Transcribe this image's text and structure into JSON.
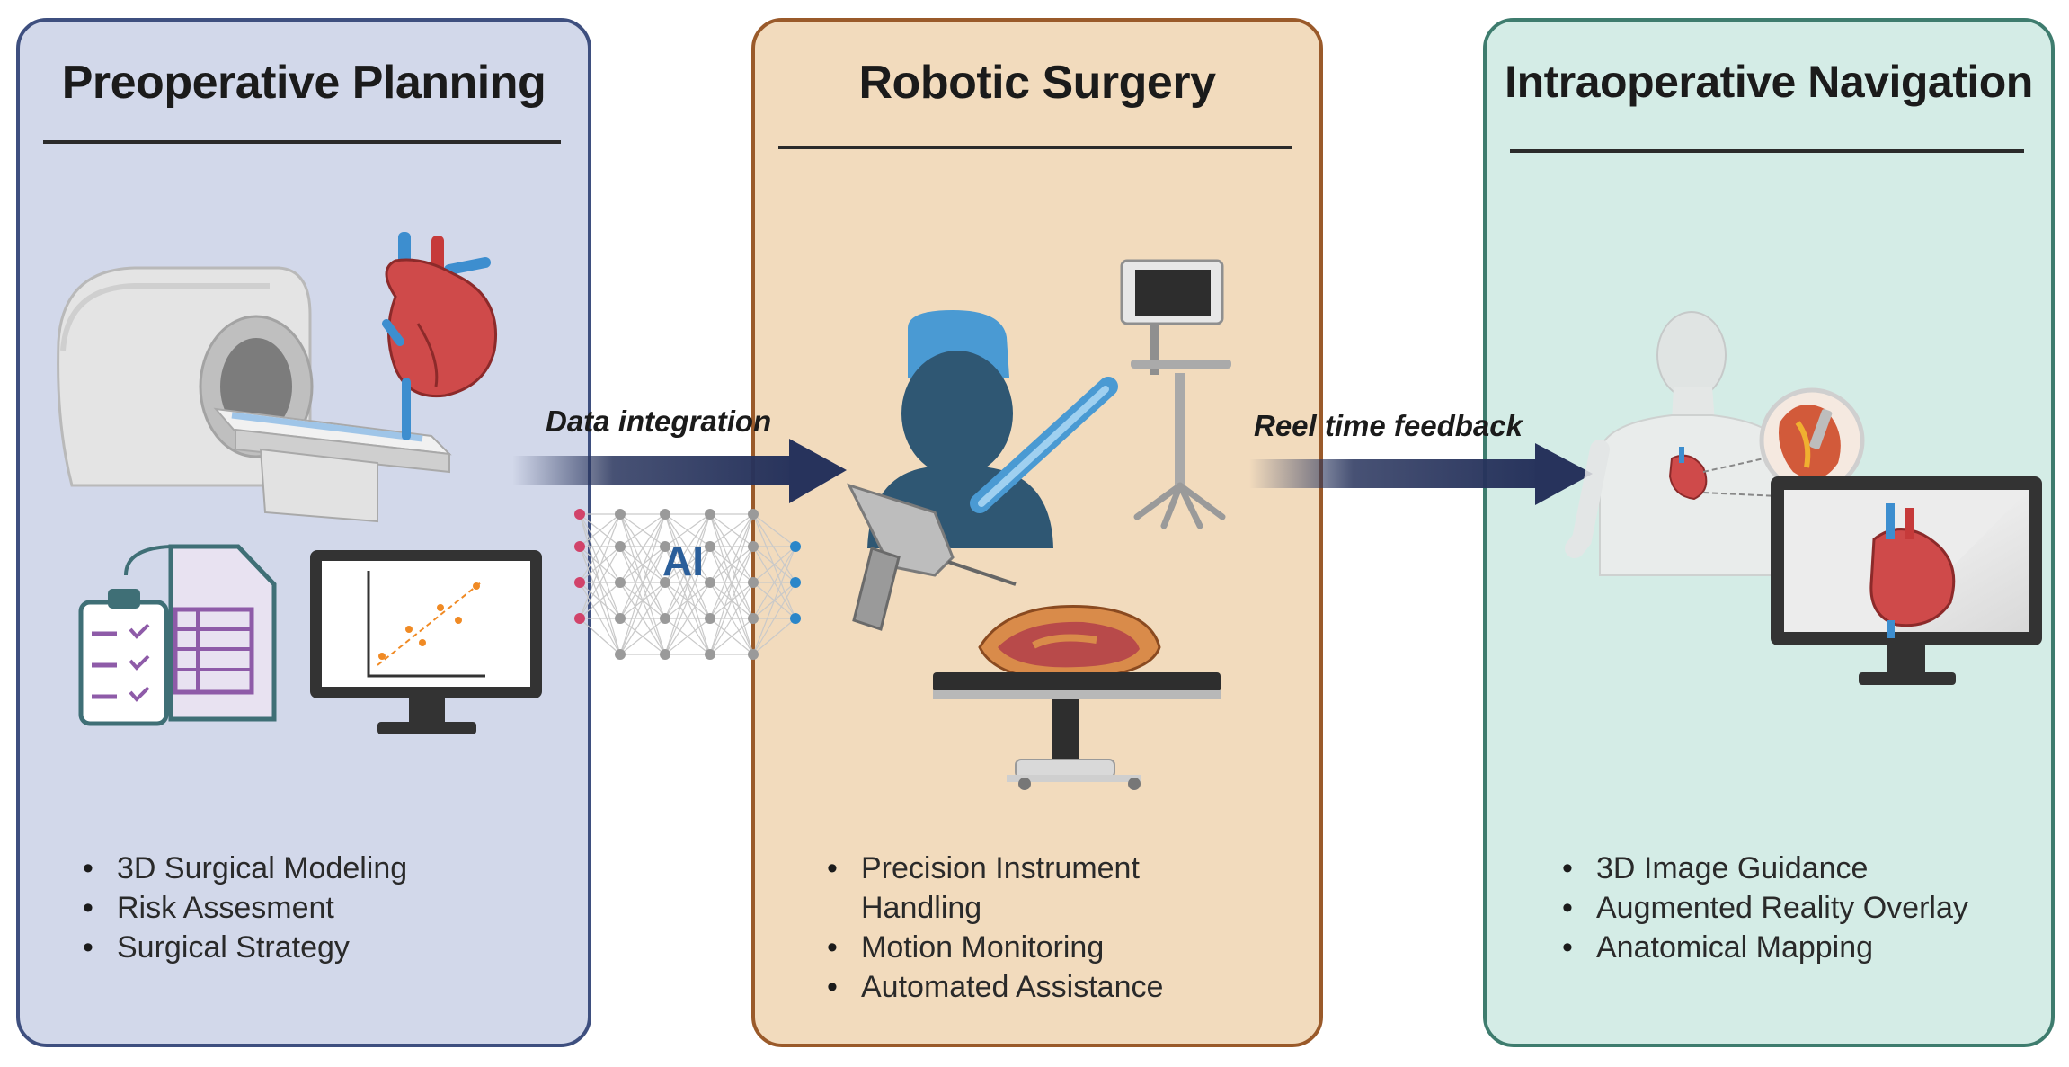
{
  "panels": [
    {
      "title": "Preoperative Planning",
      "bullets": [
        "3D Surgical Modeling",
        "Risk Assesment",
        "Surgical Strategy"
      ]
    },
    {
      "title": "Robotic Surgery",
      "bullets": [
        "Precision Instrument Handling",
        "Motion Monitoring",
        "Automated Assistance"
      ]
    },
    {
      "title": "Intraoperative Navigation",
      "bullets": [
        "3D Image Guidance",
        "Augmented Reality Overlay",
        "Anatomical Mapping"
      ]
    }
  ],
  "arrows": {
    "data_integration": "Data integration",
    "realtime_feedback": "Reel time feedback"
  },
  "ai_label": "AI",
  "colors": {
    "panel1_bg": "#d2d8ea",
    "panel2_bg": "#f2dbbd",
    "panel3_bg": "#d4ece6",
    "arrow": "#27335c"
  }
}
